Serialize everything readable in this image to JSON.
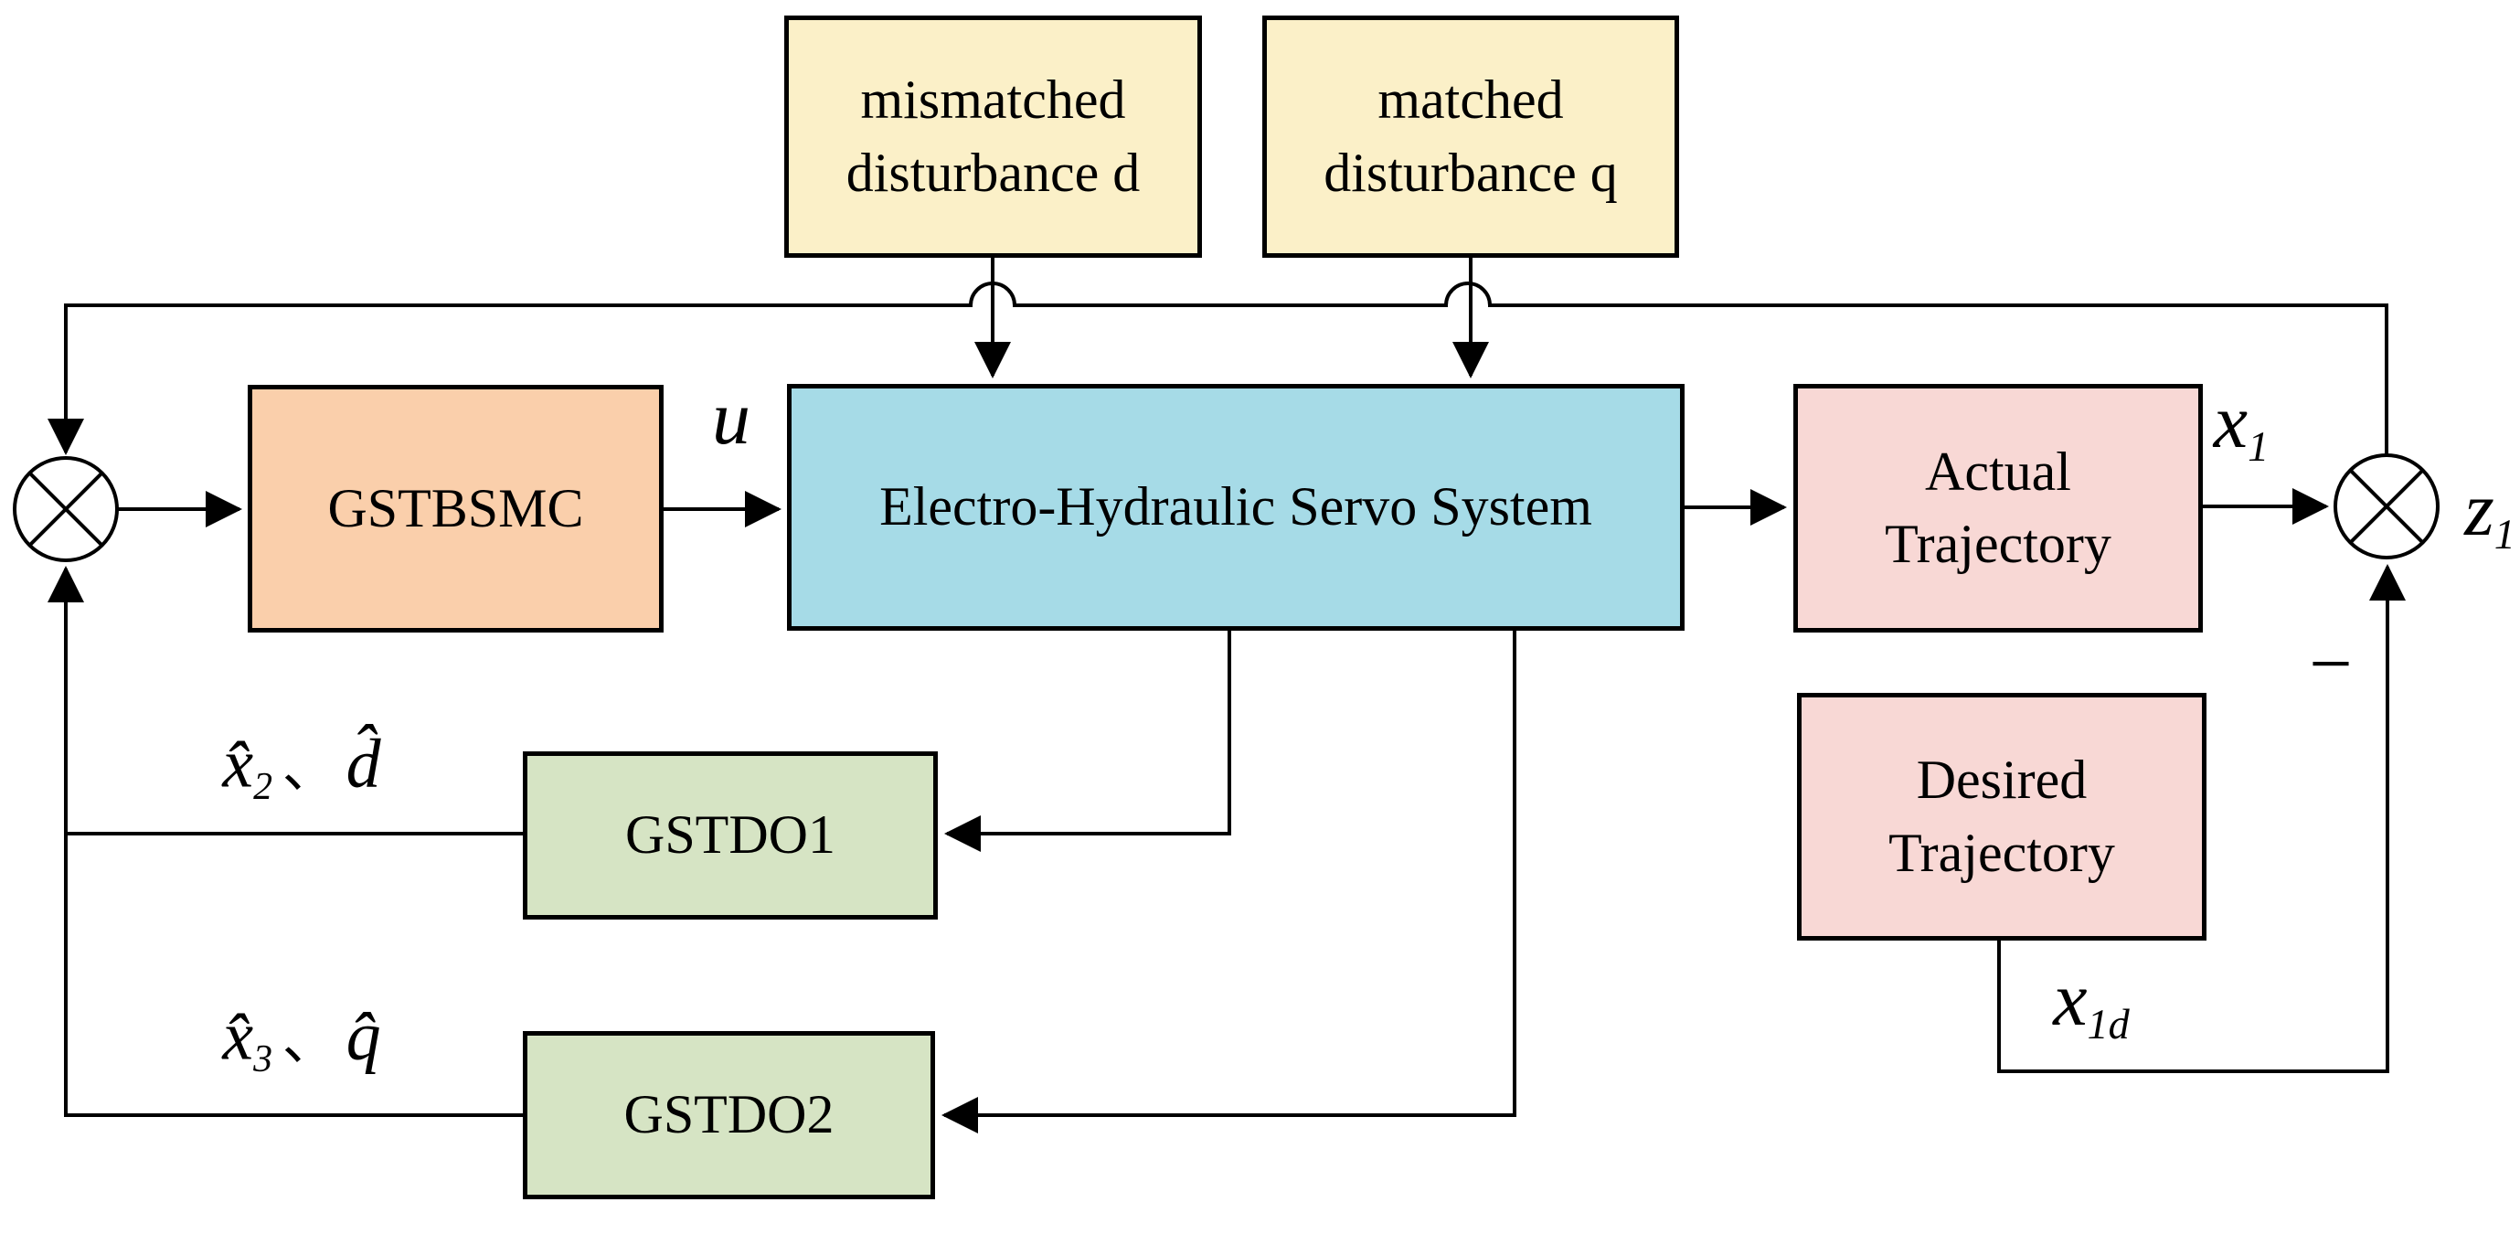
{
  "figure": {
    "description": "Control block diagram of a GSTBSMC controller with disturbance observers for an electro-hydraulic servo system",
    "background": "#ffffff",
    "wire_color": "#000000",
    "text_color": "#000000"
  },
  "boxes": {
    "mismatched_disturbance": {
      "line1": "mismatched",
      "line2": "disturbance d",
      "fill": "#FBF0C8"
    },
    "matched_disturbance": {
      "line1": "matched",
      "line2": "disturbance q",
      "fill": "#FBF0C8"
    },
    "gstbsmc": {
      "label": "GSTBSMC",
      "fill": "#FACFAB"
    },
    "servo_system": {
      "label": "Electro-Hydraulic Servo System",
      "fill": "#A6DBE7"
    },
    "actual_trajectory": {
      "line1": "Actual",
      "line2": "Trajectory",
      "fill": "#F8D8D5"
    },
    "desired_trajectory": {
      "line1": "Desired",
      "line2": "Trajectory",
      "fill": "#F8D8D5"
    },
    "gstdo1": {
      "label": "GSTDO1",
      "fill": "#D6E4C4"
    },
    "gstdo2": {
      "label": "GSTDO2",
      "fill": "#D6E4C4"
    }
  },
  "signal_labels": {
    "u": "u",
    "x1": {
      "base": "x",
      "sub": "1"
    },
    "z1": {
      "base": "z",
      "sub": "1"
    },
    "x1d": {
      "base": "x",
      "sub": "1d"
    },
    "xhat2_dhat": {
      "base1": "x̂",
      "sub1": "2",
      "separator": "、",
      "base2": "d̂"
    },
    "xhat3_qhat": {
      "base1": "x̂",
      "sub1": "3",
      "separator": "、",
      "base2": "q̂"
    },
    "minus": "−"
  }
}
